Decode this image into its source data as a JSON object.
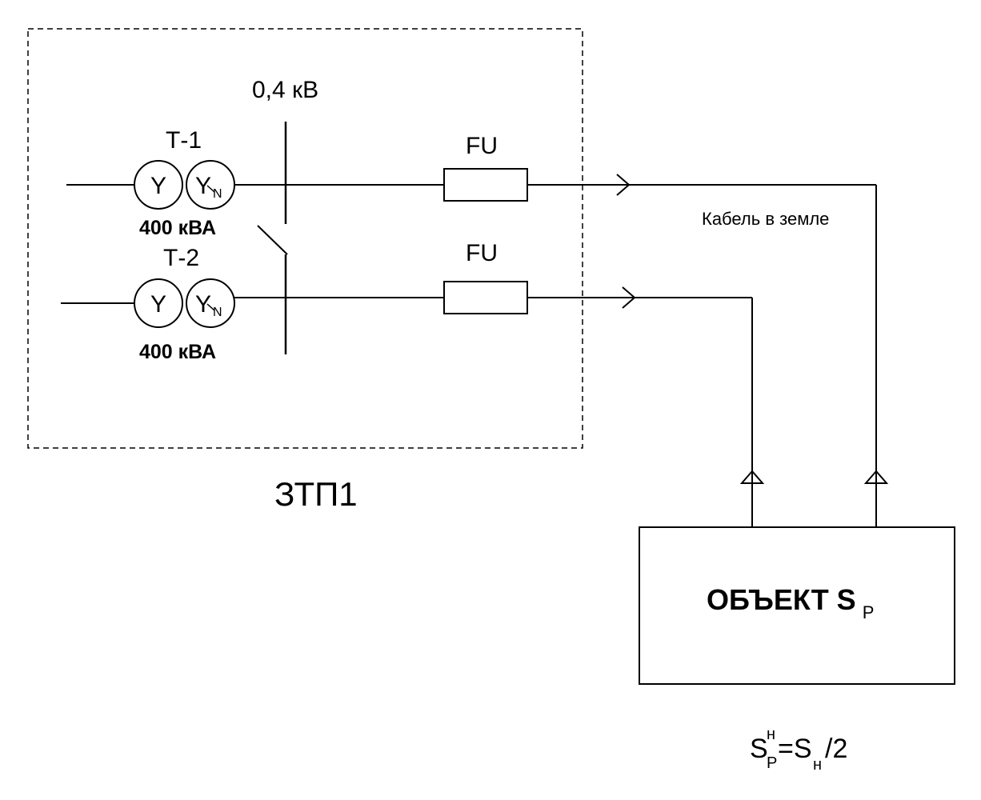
{
  "substation": {
    "name": "ЗТП1"
  },
  "bus": {
    "voltage": "0,4 кВ"
  },
  "transformers": [
    {
      "name": "Т-1",
      "primary_symbol": "Y",
      "secondary_symbol": "Y",
      "secondary_sub": "N",
      "rating": "400 кВА"
    },
    {
      "name": "Т-2",
      "primary_symbol": "Y",
      "secondary_symbol": "Y",
      "secondary_sub": "N",
      "rating": "400 кВА"
    }
  ],
  "fuses": [
    {
      "label": "FU"
    },
    {
      "label": "FU"
    }
  ],
  "cable": {
    "label": "Кабель в земле"
  },
  "load": {
    "title": "ОБЪЕКТ S",
    "sub": "Р"
  },
  "formula": {
    "s1": "S",
    "s1_sup": "н",
    "s1_sub": "Р",
    "eq": "=S",
    "s2_sub": "н",
    "tail": "/2"
  }
}
